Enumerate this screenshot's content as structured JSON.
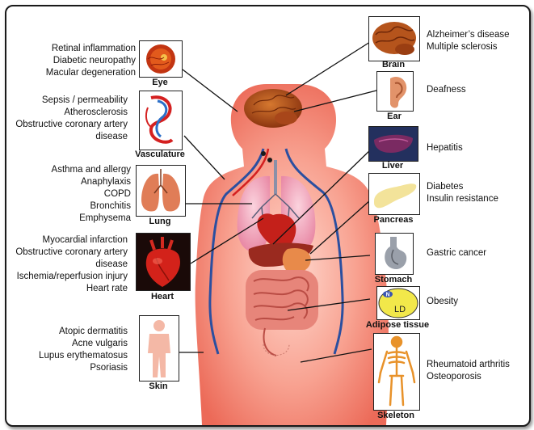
{
  "organs": {
    "eye": {
      "label": "Eye",
      "conditions": [
        "Retinal inflammation",
        "Diabetic neuropathy",
        "Macular degeneration"
      ]
    },
    "vasculature": {
      "label": "Vasculature",
      "conditions": [
        "Sepsis / permeability",
        "Atherosclerosis",
        "Obstructive coronary artery",
        "disease"
      ]
    },
    "lung": {
      "label": "Lung",
      "conditions": [
        "Asthma and allergy",
        "Anaphylaxis",
        "COPD",
        "Bronchitis",
        "Emphysema"
      ]
    },
    "heart": {
      "label": "Heart",
      "conditions": [
        "Myocardial infarction",
        "Obstructive coronary artery",
        "disease",
        "Ischemia/reperfusion injury",
        "Heart rate"
      ]
    },
    "skin": {
      "label": "Skin",
      "conditions": [
        "Atopic dermatitis",
        "Acne vulgaris",
        "Lupus erythematosus",
        "Psoriasis"
      ]
    },
    "brain": {
      "label": "Brain",
      "conditions": [
        "Alzheimer’s disease",
        "Multiple sclerosis"
      ]
    },
    "ear": {
      "label": "Ear",
      "conditions": [
        "Deafness"
      ]
    },
    "liver": {
      "label": "Liver",
      "conditions": [
        "Hepatitis"
      ]
    },
    "pancreas": {
      "label": "Pancreas",
      "conditions": [
        "Diabetes",
        "Insulin resistance"
      ]
    },
    "stomach": {
      "label": "Stomach",
      "conditions": [
        "Gastric cancer"
      ]
    },
    "adipose": {
      "label": "Adipose tissue",
      "conditions": [
        "Obesity"
      ],
      "icon_letters": {
        "top": "N",
        "bottom": "LD"
      }
    },
    "skeleton": {
      "label": "Skeleton",
      "conditions": [
        "Rheumatoid arthritis",
        "Osteoporosis"
      ]
    }
  },
  "colors": {
    "body": "#f07a6a",
    "body_light": "#ffd6cc",
    "lung": "#f5b6c8",
    "vein": "#2b4fa0",
    "artery": "#d42020",
    "brain": "#b5541c",
    "adipose": "#f2e84a"
  }
}
